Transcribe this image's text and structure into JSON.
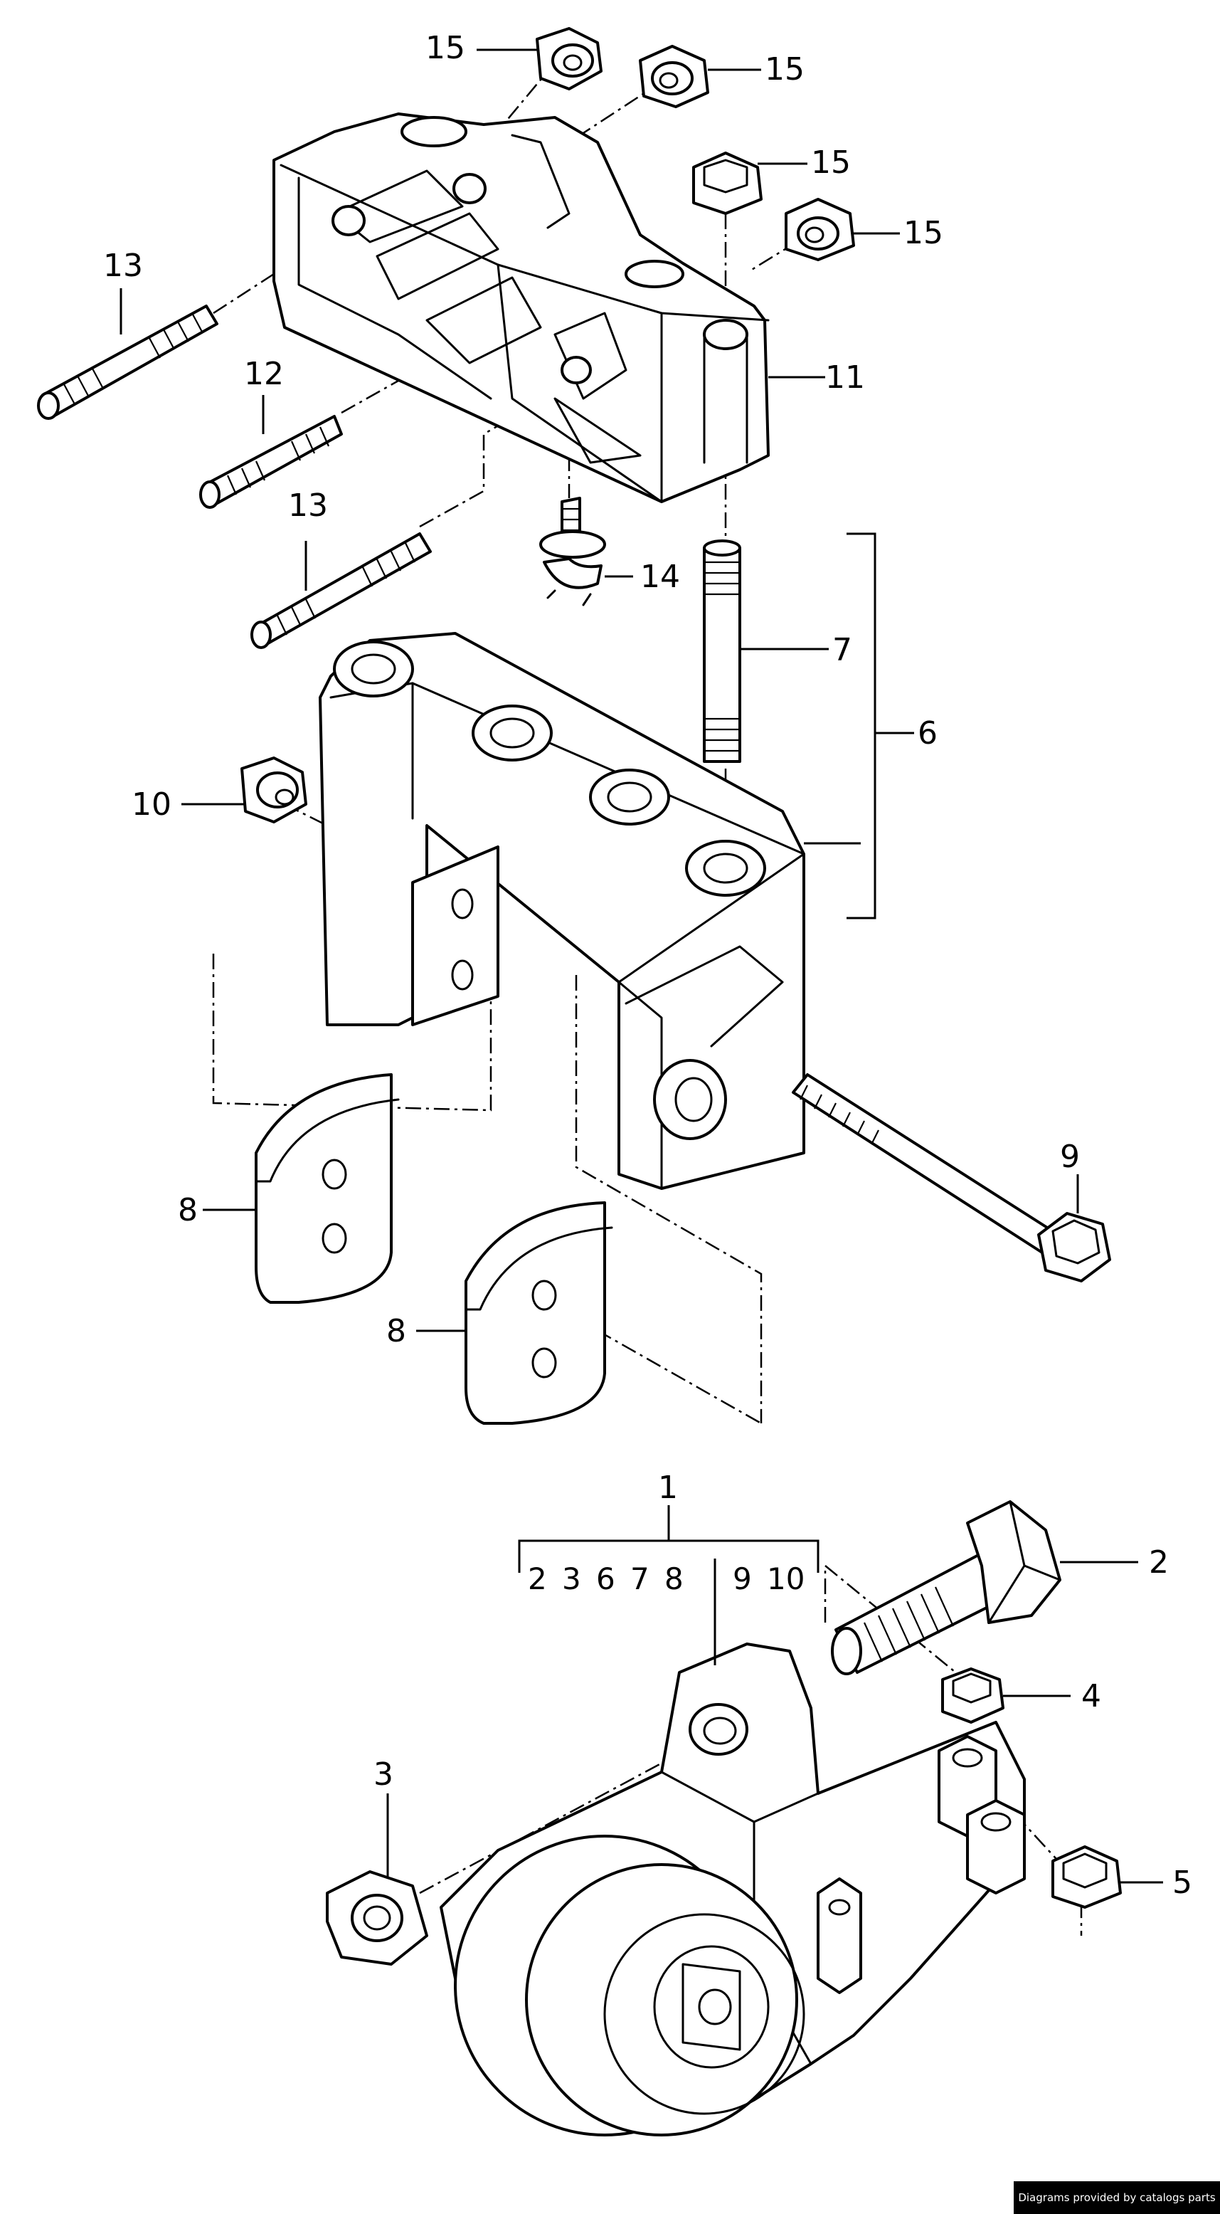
{
  "callouts": {
    "c1": "1",
    "c2": "2",
    "c3": "3",
    "c4": "4",
    "c5": "5",
    "c6": "6",
    "c7": "7",
    "c8a": "8",
    "c8b": "8",
    "c9": "9",
    "c10": "10",
    "c11": "11",
    "c12": "12",
    "c13a": "13",
    "c13b": "13",
    "c14": "14",
    "c15a": "15",
    "c15b": "15",
    "c15c": "15",
    "c15d": "15"
  },
  "assembly_group": {
    "items": [
      "2",
      "3",
      "6",
      "7",
      "8",
      "9",
      "10"
    ]
  },
  "footer": {
    "credit": "Diagrams provided by catalogs parts"
  }
}
